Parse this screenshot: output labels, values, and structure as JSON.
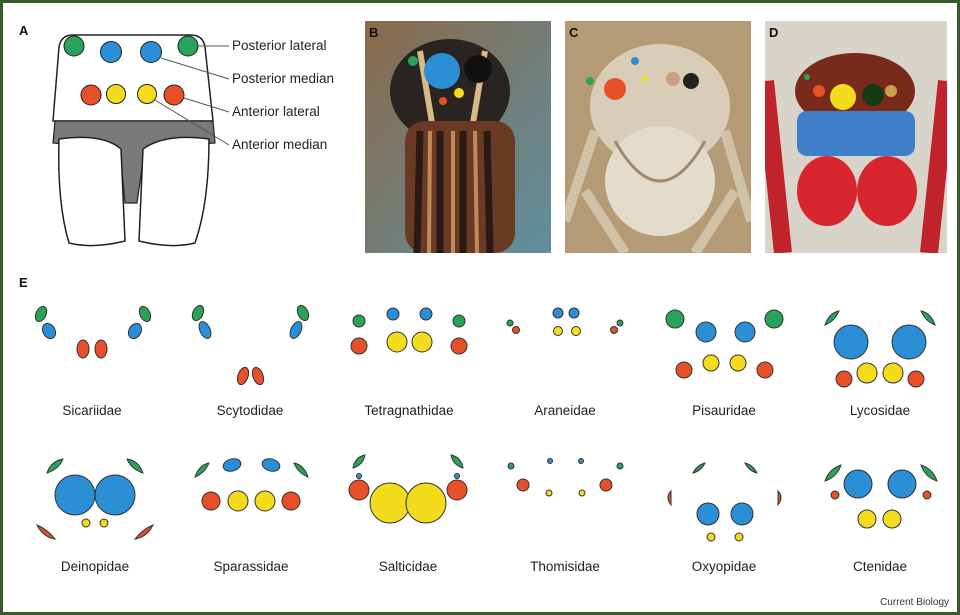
{
  "panels": {
    "A": "A",
    "B": "B",
    "C": "C",
    "D": "D",
    "E": "E"
  },
  "eye_labels": [
    "Posterior lateral",
    "Posterior median",
    "Anterior lateral",
    "Anterior median"
  ],
  "families_row1": [
    "Sicariidae",
    "Scytodidae",
    "Tetragnathidae",
    "Araneidae",
    "Pisauridae",
    "Lycosidae"
  ],
  "families_row2": [
    "Deinopidae",
    "Sparassidae",
    "Salticidae",
    "Thomisidae",
    "Oxyopidae",
    "Ctenidae"
  ],
  "credit": "Current Biology",
  "colors": {
    "posterior_lateral": "#2aa35a",
    "posterior_median": "#2b8fd6",
    "anterior_lateral": "#e8502a",
    "anterior_median": "#f4dc1c",
    "frame": "#3a5a2a"
  }
}
